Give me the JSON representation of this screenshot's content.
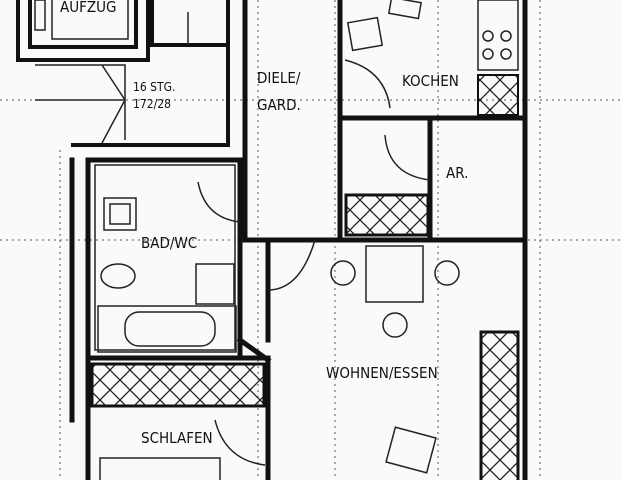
{
  "plan": {
    "rooms": {
      "elevator": "AUFZUG",
      "stairs_line1": "16 STG.",
      "stairs_line2": "172/28",
      "hall_line1": "DIELE/",
      "hall_line2": "GARD.",
      "kitchen": "KOCHEN",
      "storage": "AR.",
      "bathroom": "BAD/WC",
      "living": "WOHNEN/ESSEN",
      "bedroom": "SCHLAFEN"
    }
  }
}
